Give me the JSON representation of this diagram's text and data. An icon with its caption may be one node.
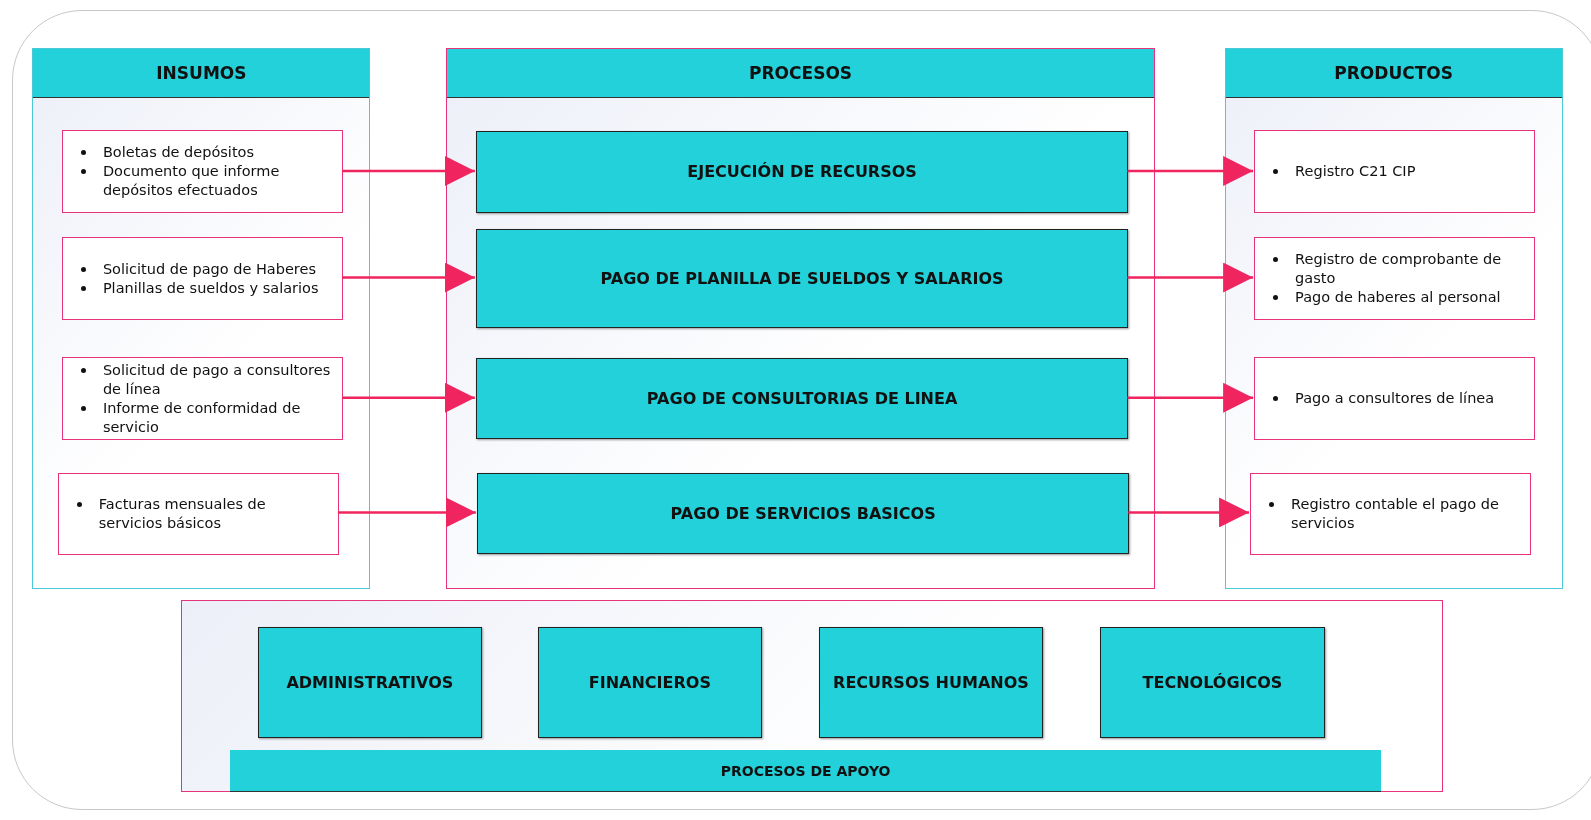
{
  "diagram": {
    "nodes": [
      {
        "text": [
          "INSUMOS"
        ]
      },
      {
        "text": [
          "Boletas de depósitos",
          "Documento que informe depósitos efectuados"
        ],
        "in": 0
      },
      {
        "text": [
          "Solicitud de pago de Haberes",
          "Planillas de sueldos y salarios"
        ],
        "in": 0
      },
      {
        "text": [
          "Solicitud de pago a consultores de línea",
          "Informe de conformidad de servicio"
        ],
        "in": 0
      },
      {
        "text": [
          "Facturas mensuales de servicios básicos"
        ],
        "in": 0
      },
      {
        "text": [
          "PROCESOS"
        ]
      },
      {
        "text": [
          "EJECUCIÓN DE RECURSOS"
        ],
        "in": 5
      },
      {
        "text": [
          "PAGO DE PLANILLA DE SUELDOS Y SALARIOS"
        ],
        "in": 5
      },
      {
        "text": [
          "PAGO DE CONSULTORIAS DE LINEA"
        ],
        "in": 5
      },
      {
        "text": [
          "PAGO DE SERVICIOS BASICOS"
        ],
        "in": 5
      },
      {
        "text": [
          "PRODUCTOS"
        ]
      },
      {
        "text": [
          "Registro C21 CIP"
        ],
        "in": 10
      },
      {
        "text": [
          "Registro de comprobante de gasto",
          "Pago de haberes al personal"
        ],
        "in": 10
      },
      {
        "text": [
          "Pago a consultores de línea"
        ],
        "in": 10
      },
      {
        "text": [
          "Registro contable el pago de servicios"
        ],
        "in": 10
      },
      {
        "text": [
          "PROCESOS DE APOYO"
        ]
      },
      {
        "text": [
          "ADMINISTRATIVOS"
        ],
        "in": 15
      },
      {
        "text": [
          "FINANCIEROS"
        ],
        "in": 15
      },
      {
        "text": [
          "RECURSOS HUMANOS"
        ],
        "in": 15
      },
      {
        "text": [
          "TECNOLÓGICOS"
        ],
        "in": 15
      }
    ],
    "edges": [
      {
        "from": 1,
        "to": 6,
        "arrow": "to"
      },
      {
        "from": 2,
        "to": 7,
        "arrow": "to"
      },
      {
        "from": 3,
        "to": 8,
        "arrow": "to"
      },
      {
        "from": 4,
        "to": 9,
        "arrow": "to"
      },
      {
        "from": 6,
        "to": 11,
        "arrow": "to"
      },
      {
        "from": 7,
        "to": 12,
        "arrow": "to"
      },
      {
        "from": 8,
        "to": 13,
        "arrow": "to"
      },
      {
        "from": 9,
        "to": 14,
        "arrow": "to"
      }
    ]
  }
}
